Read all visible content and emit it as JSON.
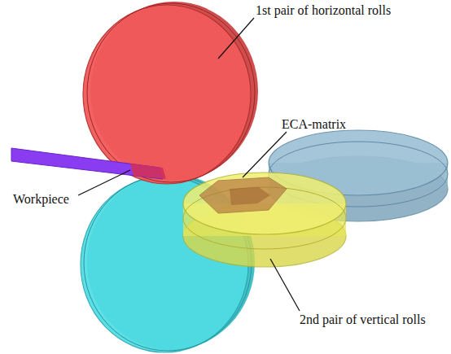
{
  "diagram": {
    "labels": [
      "1st pair of horizontal rolls",
      "ECA-matrix",
      "Workpiece",
      "2nd pair of vertical rolls"
    ]
  }
}
